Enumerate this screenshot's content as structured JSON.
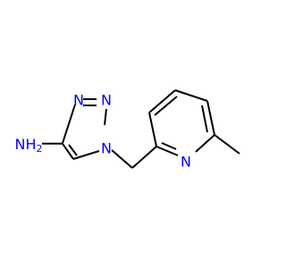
{
  "molecule": {
    "atoms": {
      "amine": "NH",
      "amine_subscript": "2",
      "triazole_n1": "N",
      "triazole_n2": "N",
      "triazole_n3": "N",
      "pyridine_n": "N"
    },
    "colors": {
      "nitrogen": "#0000ff",
      "bond": "#000000",
      "background": "#ffffff"
    }
  }
}
